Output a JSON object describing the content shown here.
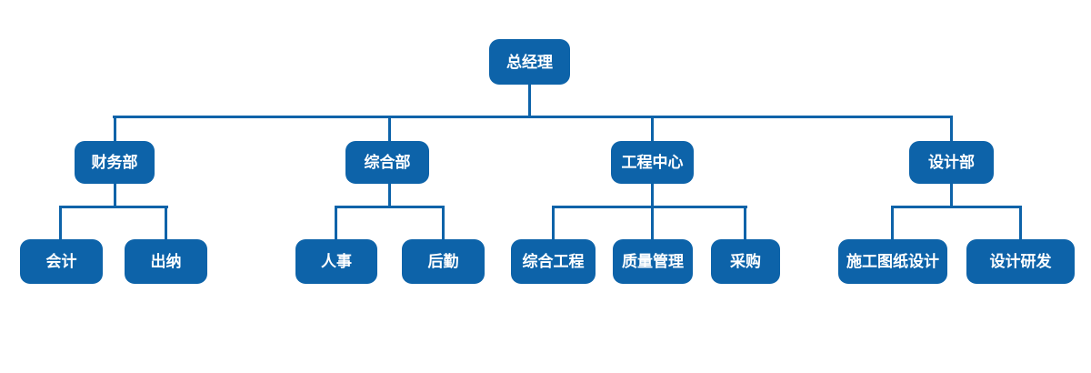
{
  "org": {
    "type": "org-chart",
    "colors": {
      "node_fill": "#0d63a9",
      "node_text": "#ffffff",
      "connector_line": "#0d63a9",
      "background": "#ffffff"
    },
    "root": {
      "label": "总经理"
    },
    "departments": [
      {
        "label": "财务部",
        "children": [
          {
            "label": "会计"
          },
          {
            "label": "出纳"
          }
        ]
      },
      {
        "label": "综合部",
        "children": [
          {
            "label": "人事"
          },
          {
            "label": "后勤"
          }
        ]
      },
      {
        "label": "工程中心",
        "children": [
          {
            "label": "综合工程"
          },
          {
            "label": "质量管理"
          },
          {
            "label": "采购"
          }
        ]
      },
      {
        "label": "设计部",
        "children": [
          {
            "label": "施工图纸设计"
          },
          {
            "label": "设计研发"
          }
        ]
      }
    ]
  }
}
